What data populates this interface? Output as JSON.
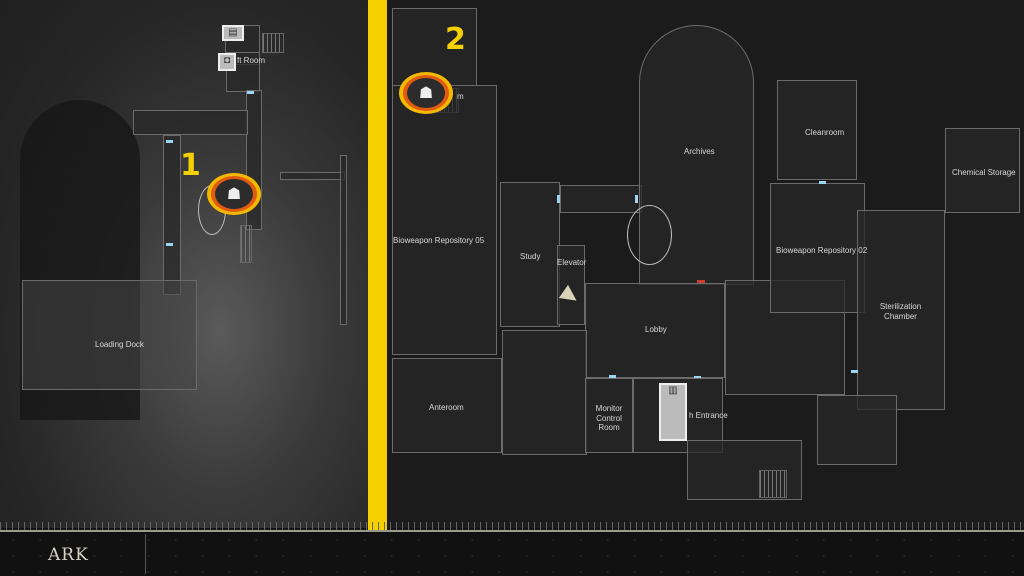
{
  "left_map": {
    "rooms": {
      "lift_room": "ft Room",
      "loading_dock": "Loading Dock"
    },
    "marker_number": "1"
  },
  "right_map": {
    "rooms": {
      "partial_room": "m",
      "archives": "Archives",
      "cleanroom": "Cleanroom",
      "chemical_storage": "Chemical Storage",
      "bioweapon_repository_05": "Bioweapon Repository 05",
      "study": "Study",
      "elevator": "Elevator",
      "bioweapon_repository_02": "Bioweapon Repository 02",
      "sterilization_chamber": "Sterilization Chamber",
      "lobby": "Lobby",
      "anteroom": "Anteroom",
      "monitor_control_room": "Monitor Control Room",
      "entrance": "h Entrance"
    },
    "marker_number": "2"
  },
  "footer": {
    "area_name": "ARK"
  },
  "colors": {
    "accent": "#f5d000",
    "marker_outer": "#f5b800",
    "marker_inner": "#e05a10",
    "door": "#9fd4f0"
  }
}
